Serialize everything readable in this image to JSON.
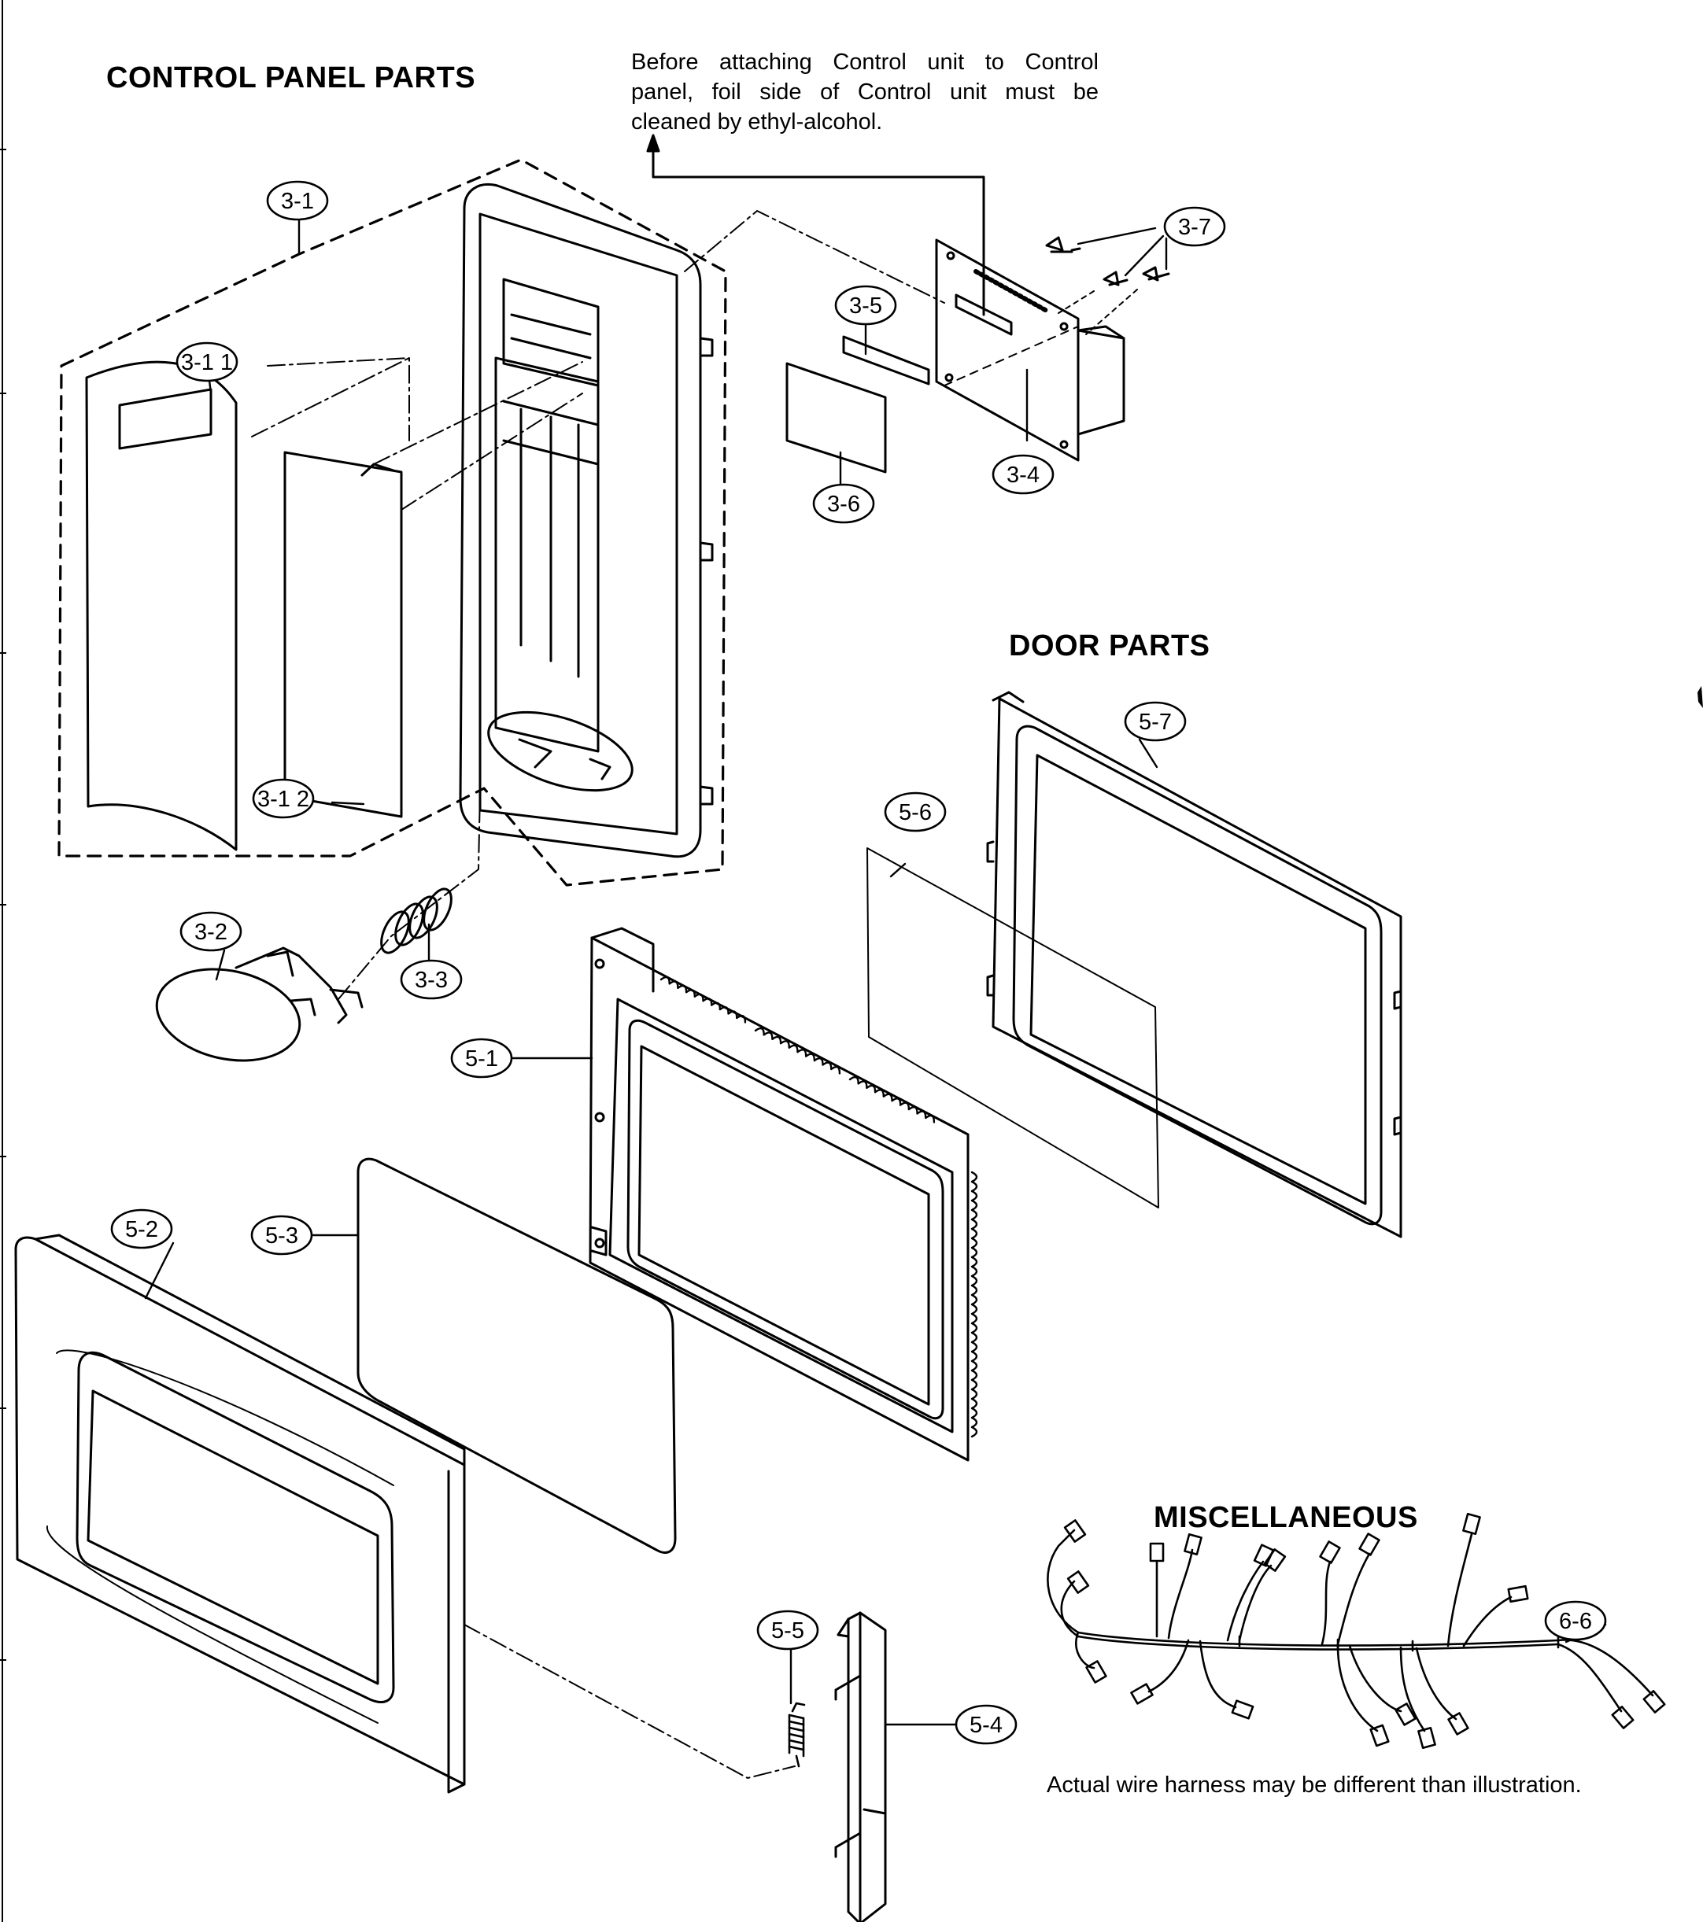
{
  "titles": {
    "control_panel": "CONTROL PANEL PARTS",
    "door": "DOOR PARTS",
    "misc": "MISCELLANEOUS"
  },
  "notes": {
    "control_unit_line1": "Before attaching Control unit to Control",
    "control_unit_line2": "panel, foil side of Control unit must be",
    "control_unit_line3": "cleaned by ethyl-alcohol.",
    "wire_harness": "Actual wire harness may be different than illustration."
  },
  "callouts": {
    "c3_1": "3-1",
    "c3_1_1": "3-1 1",
    "c3_1_2": "3-1 2",
    "c3_2": "3-2",
    "c3_3": "3-3",
    "c3_4": "3-4",
    "c3_5": "3-5",
    "c3_6": "3-6",
    "c3_7": "3-7",
    "c5_1": "5-1",
    "c5_2": "5-2",
    "c5_3": "5-3",
    "c5_4": "5-4",
    "c5_5": "5-5",
    "c5_6": "5-6",
    "c5_7": "5-7",
    "c6_6": "6-6"
  }
}
